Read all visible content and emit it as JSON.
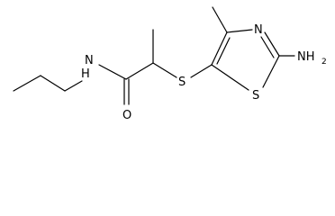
{
  "molecule": {
    "atoms": {
      "nh": "N",
      "nh_h": "H",
      "o": "O",
      "s_thioether": "S",
      "n_ring": "N",
      "s_ring": "S",
      "nh2": "NH",
      "nh2_sub": "2"
    }
  }
}
